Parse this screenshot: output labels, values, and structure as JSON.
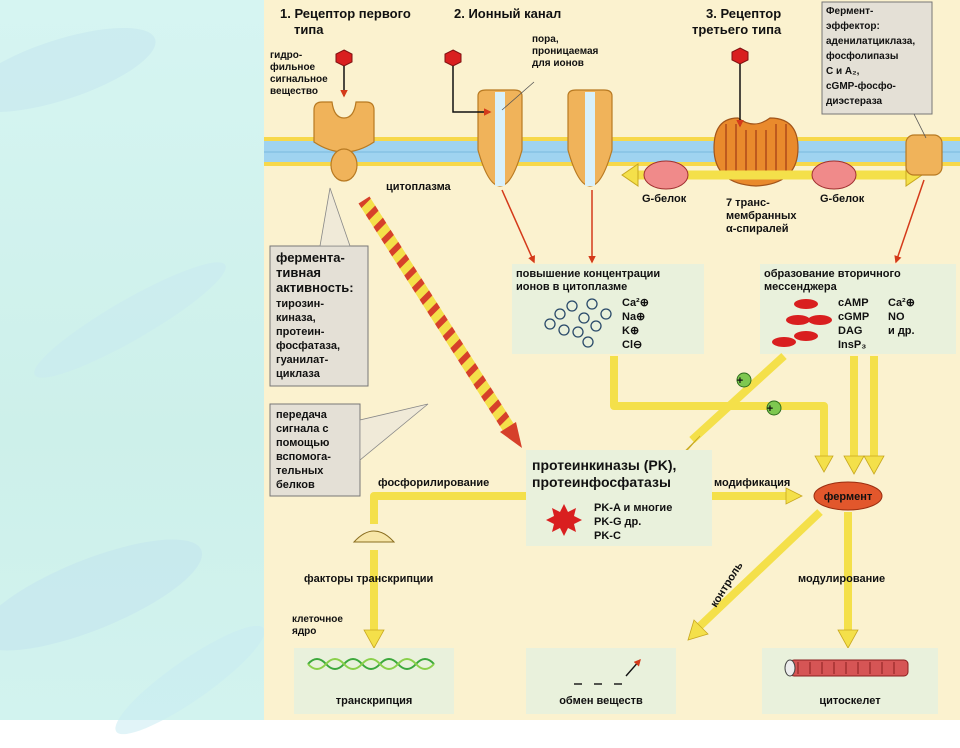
{
  "figure": {
    "receptor1": {
      "title": [
        "1. Рецептор первого",
        "типа"
      ]
    },
    "receptor2": {
      "title": "2. Ионный канал"
    },
    "receptor3": {
      "title": [
        "3. Рецептор",
        "третьего типа"
      ]
    },
    "hydrophilic": [
      "гидро-",
      "фильное",
      "сигнальное",
      "вещество"
    ],
    "pore": [
      "пора,",
      "проницаемая",
      "для ионов"
    ],
    "effector": [
      "Фермент-",
      "эффектор:",
      "аденилатциклаза,",
      "фосфолипазы",
      "С и А₂,",
      "cGMP-фосфо-",
      "диэстераза"
    ],
    "cytoplasm": "цитоплазма",
    "g_protein_left": "G-белок",
    "g_protein_right": "G-белок",
    "helices": [
      "7 транс-",
      "мембранных",
      "α-спиралей"
    ],
    "enzymatic": [
      "фермента-",
      "тивная",
      "активность:",
      "тирозин-",
      "киназа,",
      "протеин-",
      "фосфатаза,",
      "гуанилат-",
      "циклаза"
    ],
    "transmission": [
      "передача",
      "сигнала с",
      "помощью",
      "вспомога-",
      "тельных",
      "белков"
    ],
    "ions_title": [
      "повышение концентрации",
      "ионов в цитоплазме"
    ],
    "ions": [
      "Ca²⊕",
      "Na⊕",
      "K⊕",
      "Cl⊖"
    ],
    "messenger_title": [
      "образование вторичного",
      "мессенджера"
    ],
    "messengers_left": [
      "cAMP",
      "cGMP",
      "DAG",
      "InsP₃"
    ],
    "messengers_right": [
      "Ca²⊕",
      "NO",
      "и др."
    ],
    "kinases_title": [
      "протеинкиназы (PK),",
      "протеинфосфатазы"
    ],
    "kinases_list": [
      "PK-A  и многие",
      "PK-G  др.",
      "PK-C"
    ],
    "phosphorylation": "фосфорилирование",
    "modification": "модификация",
    "enzyme": "фермент",
    "transcription_factors": "факторы транскрипции",
    "nucleus": [
      "клеточное",
      "ядро"
    ],
    "control": "контроль",
    "modulation": "модулирование",
    "transcription": "транскрипция",
    "metabolism": "обмен веществ",
    "cytoskeleton": "цитоскелет",
    "plus": "+"
  },
  "colors": {
    "background": "#fbf2cf",
    "membrane_blue": "#9fd3f0",
    "membrane_yellow": "#f7d84a",
    "receptor": "#f0b35a",
    "signal_red": "#d91f1f",
    "arrow_yellow": "#f4e04a",
    "arrow_red": "#d43a1a",
    "box_gray": "#e4e0d6",
    "box_green": "#e9f1dc",
    "enzyme": "#e2572c"
  }
}
